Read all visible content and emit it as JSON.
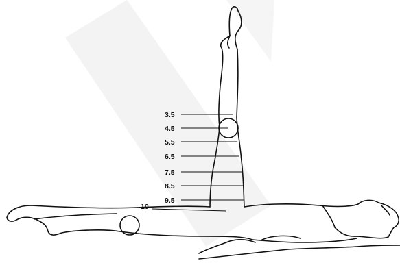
{
  "diagram": {
    "measurement_labels": [
      "3.5",
      "4.5",
      "5.5",
      "6.5",
      "7.5",
      "8.5",
      "9.5",
      "10"
    ],
    "marker_shape": "circle",
    "colors": {
      "line": "#111111",
      "background": "#ffffff",
      "watermark": "#f2f2f2"
    },
    "icons": [
      "watermark-logo",
      "knee-marker-circle",
      "thigh-marker-circle"
    ]
  }
}
